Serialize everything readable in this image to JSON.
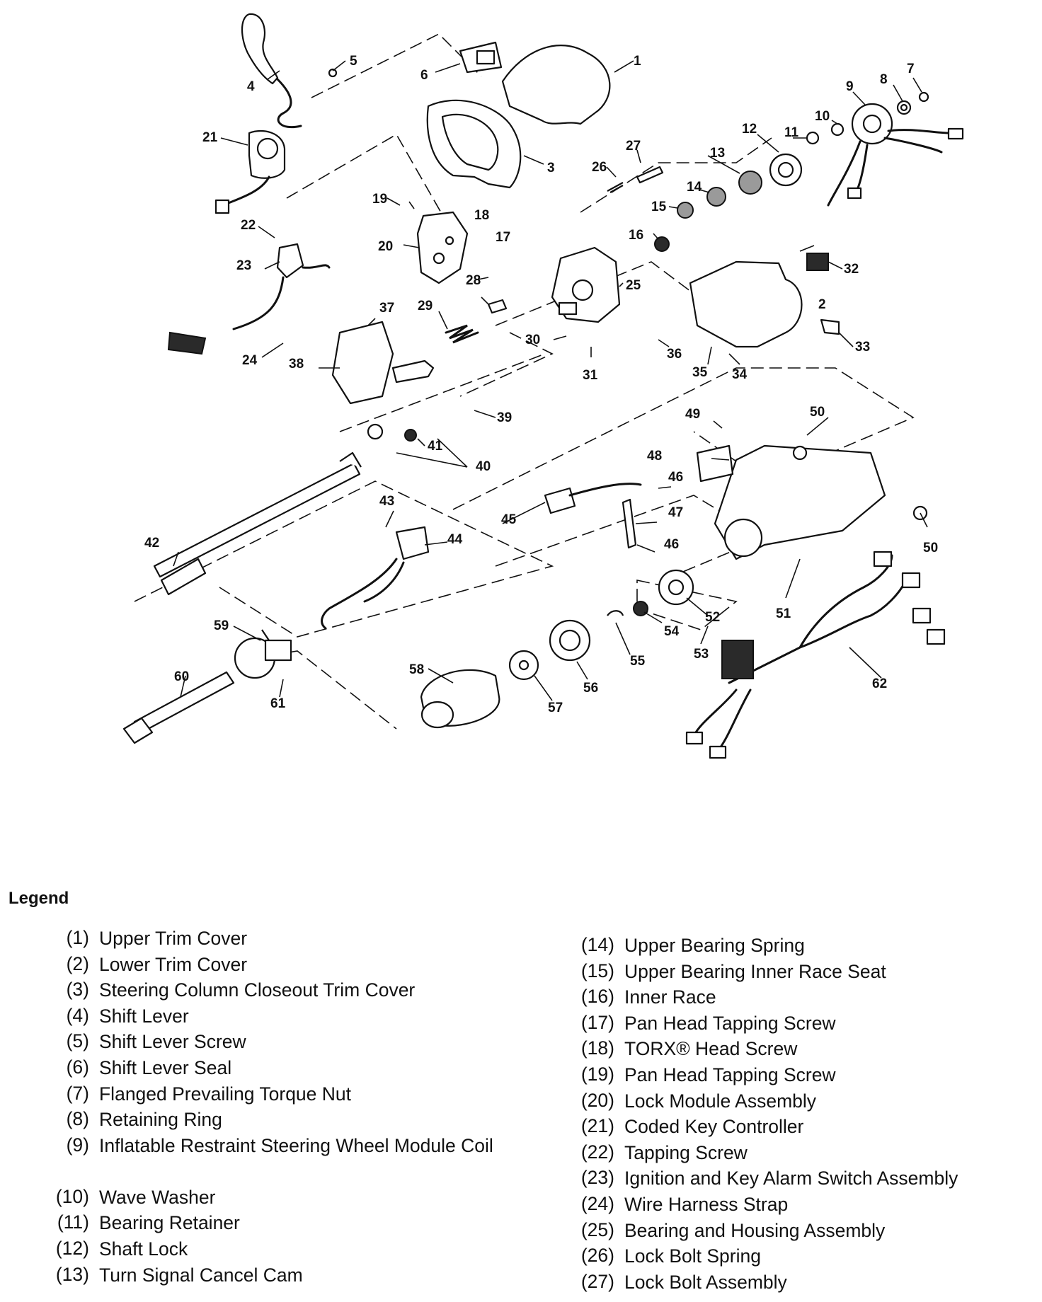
{
  "callouts": [
    "1",
    "2",
    "3",
    "4",
    "5",
    "6",
    "7",
    "8",
    "9",
    "10",
    "11",
    "12",
    "13",
    "14",
    "15",
    "16",
    "17",
    "18",
    "19",
    "20",
    "21",
    "22",
    "23",
    "24",
    "25",
    "26",
    "27",
    "28",
    "29",
    "30",
    "31",
    "32",
    "33",
    "34",
    "35",
    "36",
    "37",
    "38",
    "39",
    "40",
    "41",
    "42",
    "43",
    "44",
    "45",
    "46",
    "46",
    "47",
    "48",
    "49",
    "50",
    "50",
    "51",
    "52",
    "53",
    "54",
    "55",
    "56",
    "57",
    "58",
    "59",
    "60",
    "61",
    "62"
  ],
  "legend": {
    "title": "Legend",
    "left": [
      {
        "num": "(1)",
        "name": "Upper Trim Cover"
      },
      {
        "num": "(2)",
        "name": "Lower Trim Cover"
      },
      {
        "num": "(3)",
        "name": "Steering Column Closeout Trim Cover"
      },
      {
        "num": "(4)",
        "name": "Shift Lever"
      },
      {
        "num": "(5)",
        "name": "Shift Lever Screw"
      },
      {
        "num": "(6)",
        "name": "Shift Lever Seal"
      },
      {
        "num": "(7)",
        "name": "Flanged Prevailing Torque Nut"
      },
      {
        "num": "(8)",
        "name": "Retaining Ring"
      },
      {
        "num": "(9)",
        "name": "Inflatable Restraint Steering Wheel Module Coil"
      },
      {
        "num": "(10)",
        "name": "Wave Washer"
      },
      {
        "num": "(11)",
        "name": "Bearing Retainer"
      },
      {
        "num": "(12)",
        "name": "Shaft Lock"
      },
      {
        "num": "(13)",
        "name": "Turn Signal Cancel Cam"
      }
    ],
    "right": [
      {
        "num": "(14)",
        "name": "Upper Bearing Spring"
      },
      {
        "num": "(15)",
        "name": "Upper Bearing Inner Race Seat"
      },
      {
        "num": "(16)",
        "name": "Inner Race"
      },
      {
        "num": "(17)",
        "name": "Pan Head Tapping Screw"
      },
      {
        "num": "(18)",
        "name": "TORX® Head Screw"
      },
      {
        "num": "(19)",
        "name": "Pan Head Tapping Screw"
      },
      {
        "num": "(20)",
        "name": "Lock Module Assembly"
      },
      {
        "num": "(21)",
        "name": "Coded Key Controller"
      },
      {
        "num": "(22)",
        "name": "Tapping Screw"
      },
      {
        "num": "(23)",
        "name": "Ignition and Key Alarm Switch Assembly"
      },
      {
        "num": "(24)",
        "name": "Wire Harness Strap"
      },
      {
        "num": "(25)",
        "name": "Bearing and Housing Assembly"
      },
      {
        "num": "(26)",
        "name": "Lock Bolt Spring"
      },
      {
        "num": "(27)",
        "name": "Lock Bolt Assembly"
      }
    ]
  }
}
